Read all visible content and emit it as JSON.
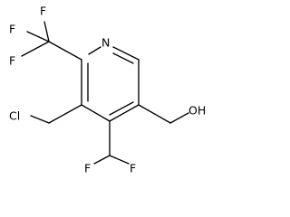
{
  "structure": {
    "atoms": {
      "n1": "N",
      "f_cf3_top": "F",
      "f_cf3_left_upper": "F",
      "f_cf3_left_lower": "F",
      "cl": "Cl",
      "oh": "OH",
      "f_chf2_left": "F",
      "f_chf2_right": "F"
    }
  }
}
